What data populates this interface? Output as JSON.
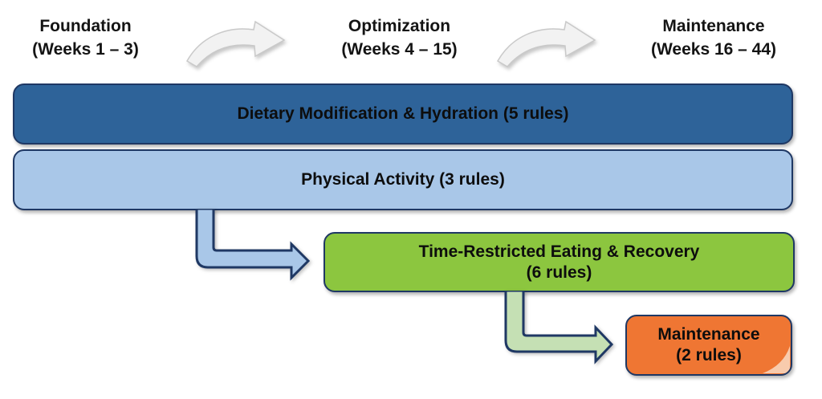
{
  "phases": [
    {
      "name": "Foundation",
      "weeks": "(Weeks 1 – 3)"
    },
    {
      "name": "Optimization",
      "weeks": "(Weeks 4 – 15)"
    },
    {
      "name": "Maintenance",
      "weeks": "(Weeks 16 – 44)"
    }
  ],
  "bars": {
    "dietary": {
      "label": "Dietary Modification & Hydration (5 rules)"
    },
    "physical": {
      "label": "Physical Activity (3 rules)"
    },
    "time_restricted": {
      "line1": "Time-Restricted Eating & Recovery",
      "line2": "(6 rules)"
    },
    "maintenance": {
      "line1": "Maintenance",
      "line2": "(2 rules)"
    }
  },
  "icons": {
    "phase_transition": "curved-right-arrow",
    "flow": "elbow-down-right-arrow",
    "corner": "folded-page-corner"
  },
  "colors": {
    "background": "#FFFFFF",
    "dark_blue": "#2E6399",
    "light_blue": "#A9C7E8",
    "green": "#8CC63F",
    "light_green": "#C5E0B4",
    "orange": "#EF7633",
    "page_curl": "#F8CBAD",
    "navy_border": "#1F3864",
    "arrow_gray_fill": "#F2F2F2",
    "arrow_gray_border": "#C9C9C9",
    "text": "#141414"
  }
}
